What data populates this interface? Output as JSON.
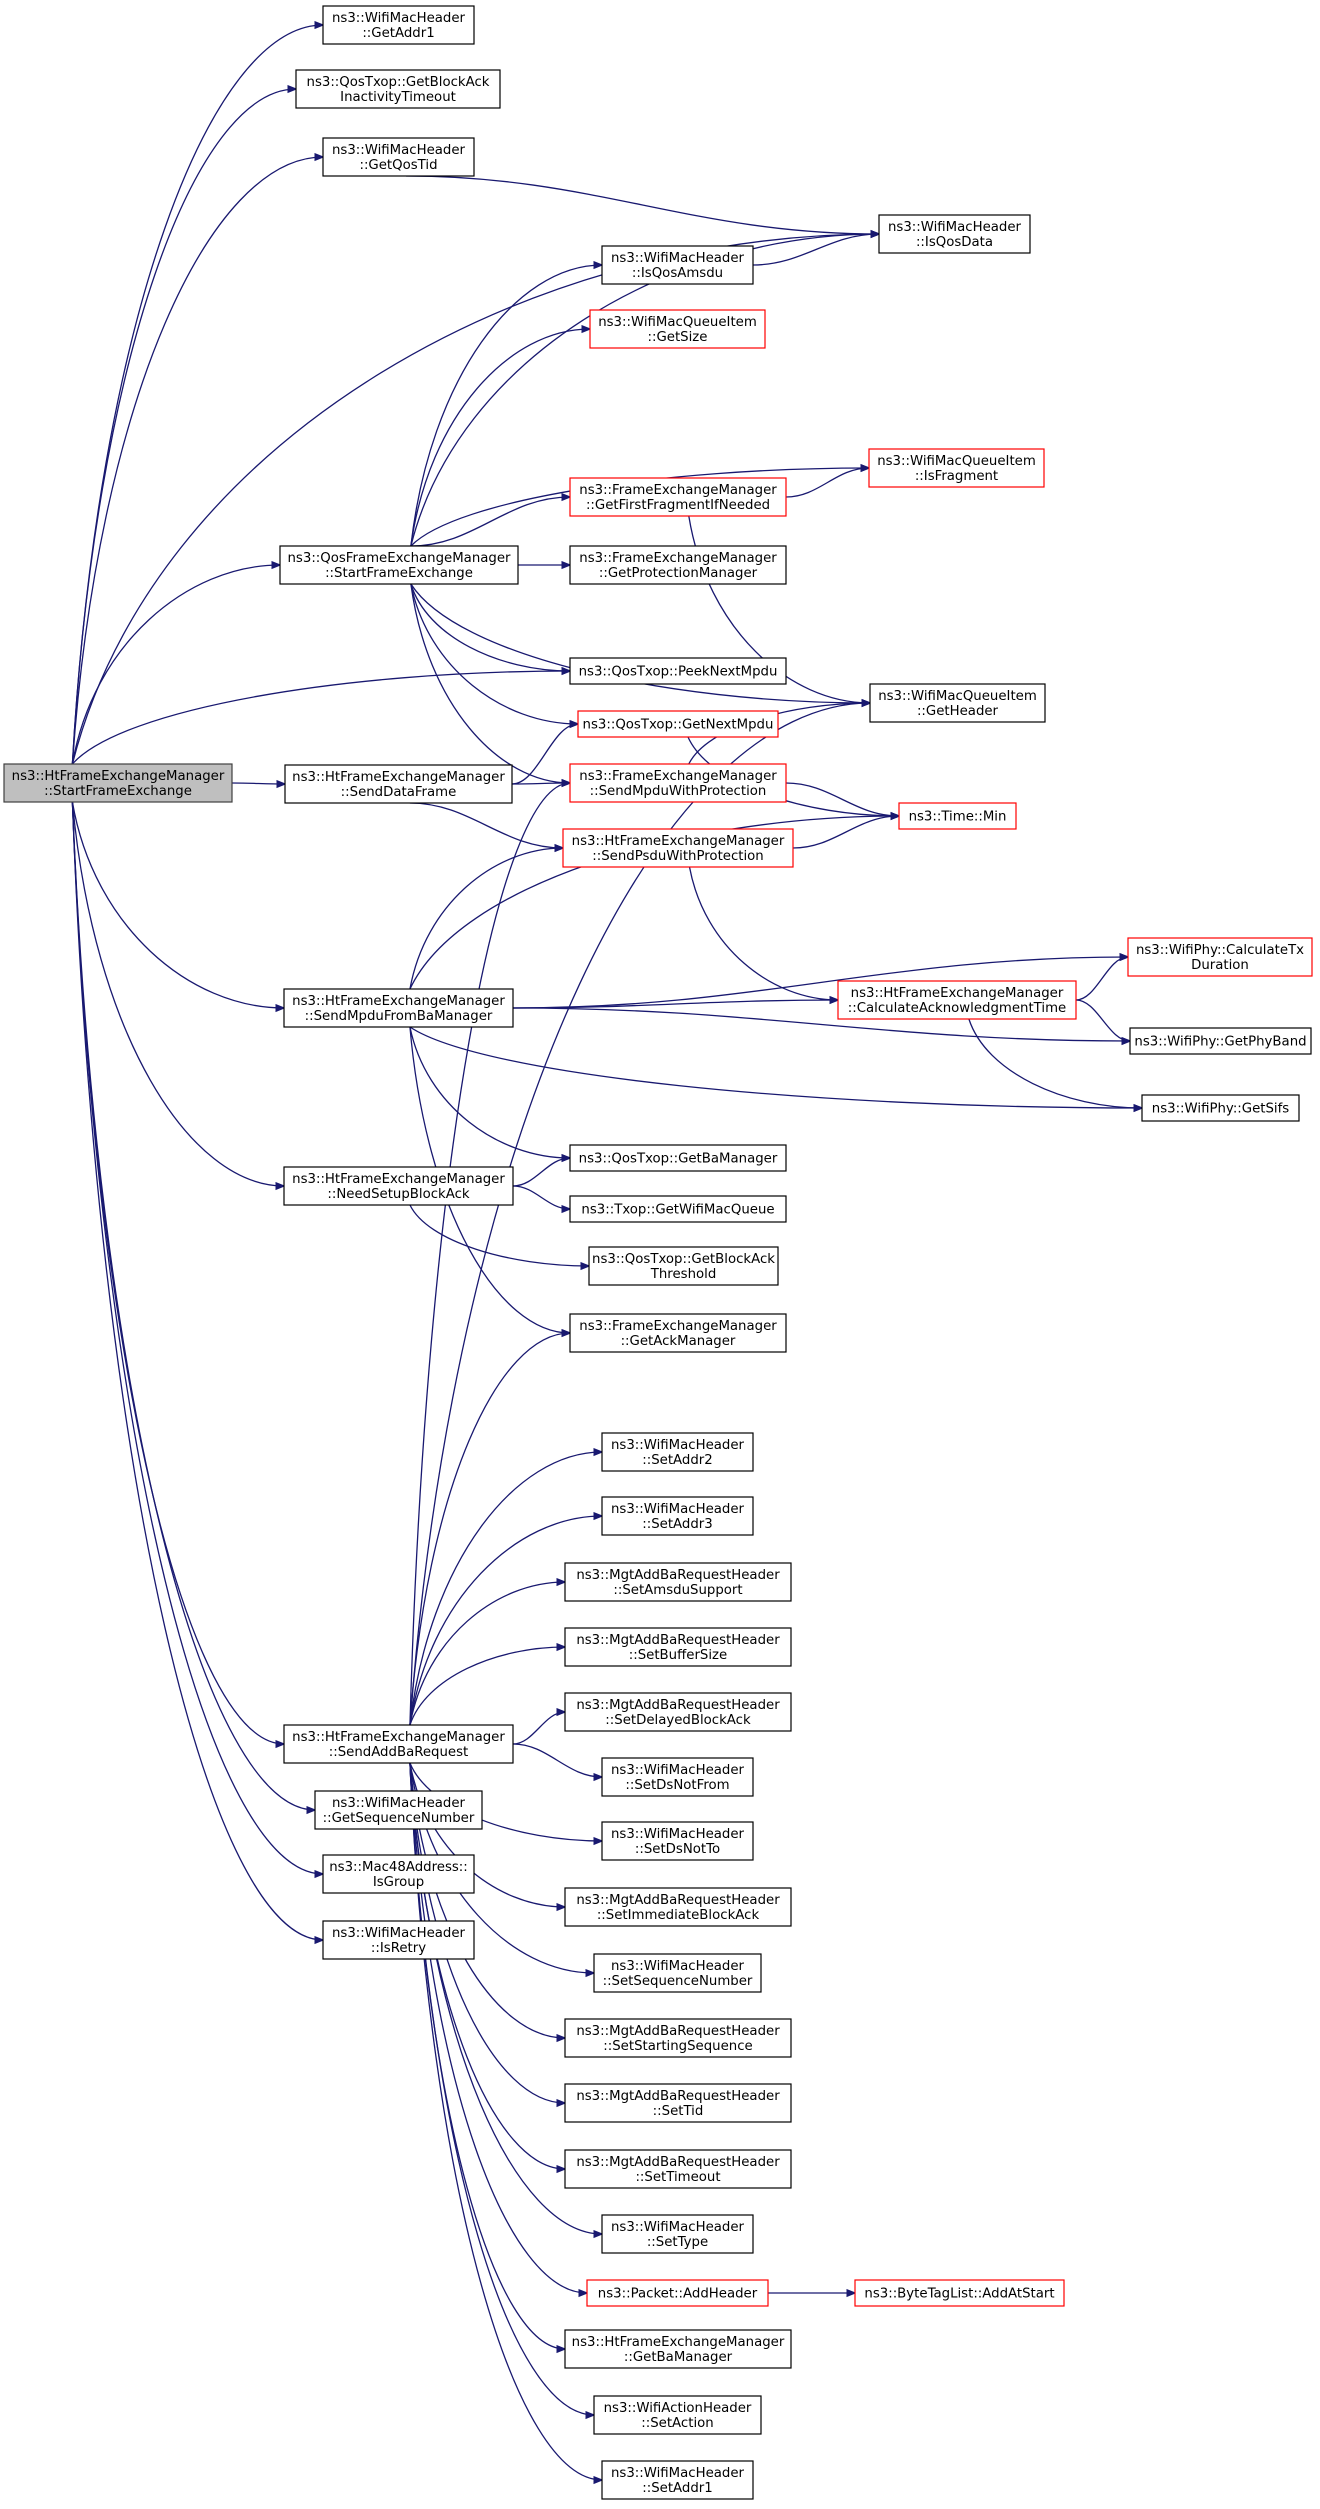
{
  "nodes": [
    {
      "id": "root",
      "lines": [
        "ns3::HtFrameExchangeManager",
        "::StartFrameExchange"
      ],
      "style": "root"
    },
    {
      "id": "wmh_getaddr1",
      "lines": [
        "ns3::WifiMacHeader",
        "::GetAddr1"
      ],
      "style": "normal"
    },
    {
      "id": "qos_getblockack_inact",
      "lines": [
        "ns3::QosTxop::GetBlockAck",
        "InactivityTimeout"
      ],
      "style": "normal"
    },
    {
      "id": "wmh_getqostid",
      "lines": [
        "ns3::WifiMacHeader",
        "::GetQosTid"
      ],
      "style": "normal"
    },
    {
      "id": "wmh_isqosdata",
      "lines": [
        "ns3::WifiMacHeader",
        "::IsQosData"
      ],
      "style": "normal"
    },
    {
      "id": "wmh_isqosamsdu",
      "lines": [
        "ns3::WifiMacHeader",
        "::IsQosAmsdu"
      ],
      "style": "normal"
    },
    {
      "id": "wmqi_getsize",
      "lines": [
        "ns3::WifiMacQueueItem",
        "::GetSize"
      ],
      "style": "red"
    },
    {
      "id": "wmqi_isfragment",
      "lines": [
        "ns3::WifiMacQueueItem",
        "::IsFragment"
      ],
      "style": "red"
    },
    {
      "id": "fem_getfirstfragment",
      "lines": [
        "ns3::FrameExchangeManager",
        "::GetFirstFragmentIfNeeded"
      ],
      "style": "red"
    },
    {
      "id": "qfem_startframe",
      "lines": [
        "ns3::QosFrameExchangeManager",
        "::StartFrameExchange"
      ],
      "style": "normal"
    },
    {
      "id": "fem_getprotection",
      "lines": [
        "ns3::FrameExchangeManager",
        "::GetProtectionManager"
      ],
      "style": "normal"
    },
    {
      "id": "qos_peeknextmpdu",
      "lines": [
        "ns3::QosTxop::PeekNextMpdu"
      ],
      "style": "normal"
    },
    {
      "id": "wmqi_getheader",
      "lines": [
        "ns3::WifiMacQueueItem",
        "::GetHeader"
      ],
      "style": "normal"
    },
    {
      "id": "qos_getnextmpdu",
      "lines": [
        "ns3::QosTxop::GetNextMpdu"
      ],
      "style": "red"
    },
    {
      "id": "htfem_senddataframe",
      "lines": [
        "ns3::HtFrameExchangeManager",
        "::SendDataFrame"
      ],
      "style": "normal"
    },
    {
      "id": "fem_sendmpduwithprot",
      "lines": [
        "ns3::FrameExchangeManager",
        "::SendMpduWithProtection"
      ],
      "style": "red"
    },
    {
      "id": "time_min",
      "lines": [
        "ns3::Time::Min"
      ],
      "style": "red"
    },
    {
      "id": "htfem_sendpsdu",
      "lines": [
        "ns3::HtFrameExchangeManager",
        "::SendPsduWithProtection"
      ],
      "style": "red"
    },
    {
      "id": "phy_calctxduration",
      "lines": [
        "ns3::WifiPhy::CalculateTx",
        "Duration"
      ],
      "style": "red"
    },
    {
      "id": "htfem_calcack",
      "lines": [
        "ns3::HtFrameExchangeManager",
        "::CalculateAcknowledgmentTime"
      ],
      "style": "red"
    },
    {
      "id": "htfem_sendmpdufromba",
      "lines": [
        "ns3::HtFrameExchangeManager",
        "::SendMpduFromBaManager"
      ],
      "style": "normal"
    },
    {
      "id": "phy_getphyband",
      "lines": [
        "ns3::WifiPhy::GetPhyBand"
      ],
      "style": "normal"
    },
    {
      "id": "phy_getsifs",
      "lines": [
        "ns3::WifiPhy::GetSifs"
      ],
      "style": "normal"
    },
    {
      "id": "qos_getbamanager",
      "lines": [
        "ns3::QosTxop::GetBaManager"
      ],
      "style": "normal"
    },
    {
      "id": "htfem_needsetupba",
      "lines": [
        "ns3::HtFrameExchangeManager",
        "::NeedSetupBlockAck"
      ],
      "style": "normal"
    },
    {
      "id": "txop_getwifimacqueue",
      "lines": [
        "ns3::Txop::GetWifiMacQueue"
      ],
      "style": "normal"
    },
    {
      "id": "qos_getblockackthreshold",
      "lines": [
        "ns3::QosTxop::GetBlockAck",
        "Threshold"
      ],
      "style": "normal"
    },
    {
      "id": "fem_getackmanager",
      "lines": [
        "ns3::FrameExchangeManager",
        "::GetAckManager"
      ],
      "style": "normal"
    },
    {
      "id": "wmh_setaddr2",
      "lines": [
        "ns3::WifiMacHeader",
        "::SetAddr2"
      ],
      "style": "normal"
    },
    {
      "id": "wmh_setaddr3",
      "lines": [
        "ns3::WifiMacHeader",
        "::SetAddr3"
      ],
      "style": "normal"
    },
    {
      "id": "mabr_setamsdusupport",
      "lines": [
        "ns3::MgtAddBaRequestHeader",
        "::SetAmsduSupport"
      ],
      "style": "normal"
    },
    {
      "id": "mabr_setbuffersize",
      "lines": [
        "ns3::MgtAddBaRequestHeader",
        "::SetBufferSize"
      ],
      "style": "normal"
    },
    {
      "id": "mabr_setdelayedba",
      "lines": [
        "ns3::MgtAddBaRequestHeader",
        "::SetDelayedBlockAck"
      ],
      "style": "normal"
    },
    {
      "id": "htfem_sendaddba",
      "lines": [
        "ns3::HtFrameExchangeManager",
        "::SendAddBaRequest"
      ],
      "style": "normal"
    },
    {
      "id": "wmh_setdsnotfrom",
      "lines": [
        "ns3::WifiMacHeader",
        "::SetDsNotFrom"
      ],
      "style": "normal"
    },
    {
      "id": "wmh_getseqnum",
      "lines": [
        "ns3::WifiMacHeader",
        "::GetSequenceNumber"
      ],
      "style": "normal"
    },
    {
      "id": "wmh_setdsnotto",
      "lines": [
        "ns3::WifiMacHeader",
        "::SetDsNotTo"
      ],
      "style": "normal"
    },
    {
      "id": "mac48_isgroup",
      "lines": [
        "ns3::Mac48Address::",
        "IsGroup"
      ],
      "style": "normal"
    },
    {
      "id": "mabr_setimmediateba",
      "lines": [
        "ns3::MgtAddBaRequestHeader",
        "::SetImmediateBlockAck"
      ],
      "style": "normal"
    },
    {
      "id": "wmh_isretry",
      "lines": [
        "ns3::WifiMacHeader",
        "::IsRetry"
      ],
      "style": "normal"
    },
    {
      "id": "wmh_setseqnum",
      "lines": [
        "ns3::WifiMacHeader",
        "::SetSequenceNumber"
      ],
      "style": "normal"
    },
    {
      "id": "mabr_setstartingseq",
      "lines": [
        "ns3::MgtAddBaRequestHeader",
        "::SetStartingSequence"
      ],
      "style": "normal"
    },
    {
      "id": "mabr_settid",
      "lines": [
        "ns3::MgtAddBaRequestHeader",
        "::SetTid"
      ],
      "style": "normal"
    },
    {
      "id": "mabr_settimeout",
      "lines": [
        "ns3::MgtAddBaRequestHeader",
        "::SetTimeout"
      ],
      "style": "normal"
    },
    {
      "id": "wmh_settype",
      "lines": [
        "ns3::WifiMacHeader",
        "::SetType"
      ],
      "style": "normal"
    },
    {
      "id": "packet_addheader",
      "lines": [
        "ns3::Packet::AddHeader"
      ],
      "style": "red"
    },
    {
      "id": "btl_addatstart",
      "lines": [
        "ns3::ByteTagList::AddAtStart"
      ],
      "style": "red"
    },
    {
      "id": "htfem_getbamanager",
      "lines": [
        "ns3::HtFrameExchangeManager",
        "::GetBaManager"
      ],
      "style": "normal"
    },
    {
      "id": "wah_setaction",
      "lines": [
        "ns3::WifiActionHeader",
        "::SetAction"
      ],
      "style": "normal"
    },
    {
      "id": "wmh_setaddr1",
      "lines": [
        "ns3::WifiMacHeader",
        "::SetAddr1"
      ],
      "style": "normal"
    }
  ],
  "edges": [
    [
      "root",
      "wmh_getaddr1"
    ],
    [
      "root",
      "qos_getblockack_inact"
    ],
    [
      "root",
      "wmh_getqostid"
    ],
    [
      "root",
      "wmh_isqosdata"
    ],
    [
      "root",
      "qfem_startframe"
    ],
    [
      "root",
      "qos_peeknextmpdu"
    ],
    [
      "root",
      "htfem_senddataframe"
    ],
    [
      "root",
      "htfem_sendmpdufromba"
    ],
    [
      "root",
      "htfem_needsetupba"
    ],
    [
      "root",
      "htfem_sendaddba"
    ],
    [
      "root",
      "wmh_getseqnum"
    ],
    [
      "root",
      "mac48_isgroup"
    ],
    [
      "root",
      "wmh_isretry"
    ],
    [
      "wmh_getqostid",
      "wmh_isqosdata"
    ],
    [
      "wmh_isqosamsdu",
      "wmh_isqosdata"
    ],
    [
      "qfem_startframe",
      "wmh_isqosamsdu"
    ],
    [
      "qfem_startframe",
      "wmqi_getsize"
    ],
    [
      "qfem_startframe",
      "wmh_isqosdata"
    ],
    [
      "qfem_startframe",
      "wmqi_isfragment"
    ],
    [
      "qfem_startframe",
      "fem_getfirstfragment"
    ],
    [
      "qfem_startframe",
      "fem_getprotection"
    ],
    [
      "qfem_startframe",
      "wmqi_getheader"
    ],
    [
      "qfem_startframe",
      "qos_peeknextmpdu"
    ],
    [
      "qfem_startframe",
      "qos_getnextmpdu"
    ],
    [
      "qfem_startframe",
      "fem_sendmpduwithprot"
    ],
    [
      "fem_getfirstfragment",
      "wmqi_isfragment"
    ],
    [
      "fem_getfirstfragment",
      "wmqi_getheader"
    ],
    [
      "qos_getnextmpdu",
      "time_min"
    ],
    [
      "htfem_senddataframe",
      "qos_getnextmpdu"
    ],
    [
      "htfem_senddataframe",
      "fem_sendmpduwithprot"
    ],
    [
      "htfem_senddataframe",
      "htfem_sendpsdu"
    ],
    [
      "fem_sendmpduwithprot",
      "wmqi_getheader"
    ],
    [
      "fem_sendmpduwithprot",
      "time_min"
    ],
    [
      "htfem_sendpsdu",
      "time_min"
    ],
    [
      "htfem_sendpsdu",
      "htfem_calcack"
    ],
    [
      "htfem_calcack",
      "phy_calctxduration"
    ],
    [
      "htfem_calcack",
      "phy_getphyband"
    ],
    [
      "htfem_calcack",
      "phy_getsifs"
    ],
    [
      "htfem_sendmpdufromba",
      "htfem_sendpsdu"
    ],
    [
      "htfem_sendmpdufromba",
      "time_min"
    ],
    [
      "htfem_sendmpdufromba",
      "phy_calctxduration"
    ],
    [
      "htfem_sendmpdufromba",
      "htfem_calcack"
    ],
    [
      "htfem_sendmpdufromba",
      "phy_getphyband"
    ],
    [
      "htfem_sendmpdufromba",
      "phy_getsifs"
    ],
    [
      "htfem_sendmpdufromba",
      "qos_getbamanager"
    ],
    [
      "htfem_sendmpdufromba",
      "fem_getackmanager"
    ],
    [
      "htfem_needsetupba",
      "qos_getbamanager"
    ],
    [
      "htfem_needsetupba",
      "txop_getwifimacqueue"
    ],
    [
      "htfem_needsetupba",
      "qos_getblockackthreshold"
    ],
    [
      "htfem_sendaddba",
      "fem_sendmpduwithprot"
    ],
    [
      "htfem_sendaddba",
      "wmqi_getheader"
    ],
    [
      "htfem_sendaddba",
      "fem_getackmanager"
    ],
    [
      "htfem_sendaddba",
      "wmh_setaddr2"
    ],
    [
      "htfem_sendaddba",
      "wmh_setaddr3"
    ],
    [
      "htfem_sendaddba",
      "mabr_setamsdusupport"
    ],
    [
      "htfem_sendaddba",
      "mabr_setbuffersize"
    ],
    [
      "htfem_sendaddba",
      "mabr_setdelayedba"
    ],
    [
      "htfem_sendaddba",
      "wmh_setdsnotfrom"
    ],
    [
      "htfem_sendaddba",
      "wmh_setdsnotto"
    ],
    [
      "htfem_sendaddba",
      "mabr_setimmediateba"
    ],
    [
      "htfem_sendaddba",
      "wmh_setseqnum"
    ],
    [
      "htfem_sendaddba",
      "mabr_setstartingseq"
    ],
    [
      "htfem_sendaddba",
      "mabr_settid"
    ],
    [
      "htfem_sendaddba",
      "mabr_settimeout"
    ],
    [
      "htfem_sendaddba",
      "wmh_settype"
    ],
    [
      "htfem_sendaddba",
      "packet_addheader"
    ],
    [
      "htfem_sendaddba",
      "htfem_getbamanager"
    ],
    [
      "htfem_sendaddba",
      "wah_setaction"
    ],
    [
      "htfem_sendaddba",
      "wmh_setaddr1"
    ],
    [
      "packet_addheader",
      "btl_addatstart"
    ]
  ]
}
